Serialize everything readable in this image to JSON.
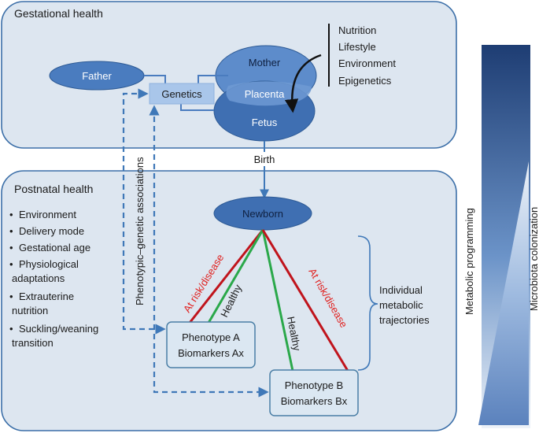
{
  "colors": {
    "panel_fill": "#dde6f0",
    "panel_stroke": "#3c6fa8",
    "ellipse_fill": "#4a7cbf",
    "ellipse_light": "#7ea6da",
    "genetics_fill": "#a9c6ea",
    "arrow": "#3f78b8",
    "red_line": "#c0141c",
    "green_line": "#2aa84a",
    "red_text": "#e0201e",
    "gradient_dark": "#1e3d73",
    "gradient_light": "#e8eef6"
  },
  "gestational": {
    "title": "Gestational health",
    "father": "Father",
    "mother": "Mother",
    "genetics": "Genetics",
    "placenta": "Placenta",
    "fetus": "Fetus",
    "factors": [
      "Nutrition",
      "Lifestyle",
      "Environment",
      "Epigenetics"
    ]
  },
  "birth_label": "Birth",
  "postnatal": {
    "title": "Postnatal health",
    "newborn": "Newborn",
    "bullets": [
      [
        "Environment"
      ],
      [
        "Delivery mode"
      ],
      [
        "Gestational age"
      ],
      [
        "Physiological",
        "adaptations"
      ],
      [
        "Extrauterine",
        "nutrition"
      ],
      [
        "Suckling/weaning",
        "transition"
      ]
    ],
    "phenotype_a": [
      "Phenotype A",
      "Biomarkers Ax"
    ],
    "phenotype_b": [
      "Phenotype B",
      "Biomarkers Bx"
    ],
    "line_labels": {
      "at_risk_left": "At risk/disease",
      "healthy_left": "Healthy",
      "healthy_right": "Healthy",
      "at_risk_right": "At risk/disease"
    },
    "trajectories": [
      "Individual",
      "metabolic",
      "trajectories"
    ]
  },
  "vertical_labels": {
    "associations": "Phenotypic–genetic associations",
    "metabolic_programming": "Metabolic programming",
    "microbiota": "Microbiota colonization"
  }
}
